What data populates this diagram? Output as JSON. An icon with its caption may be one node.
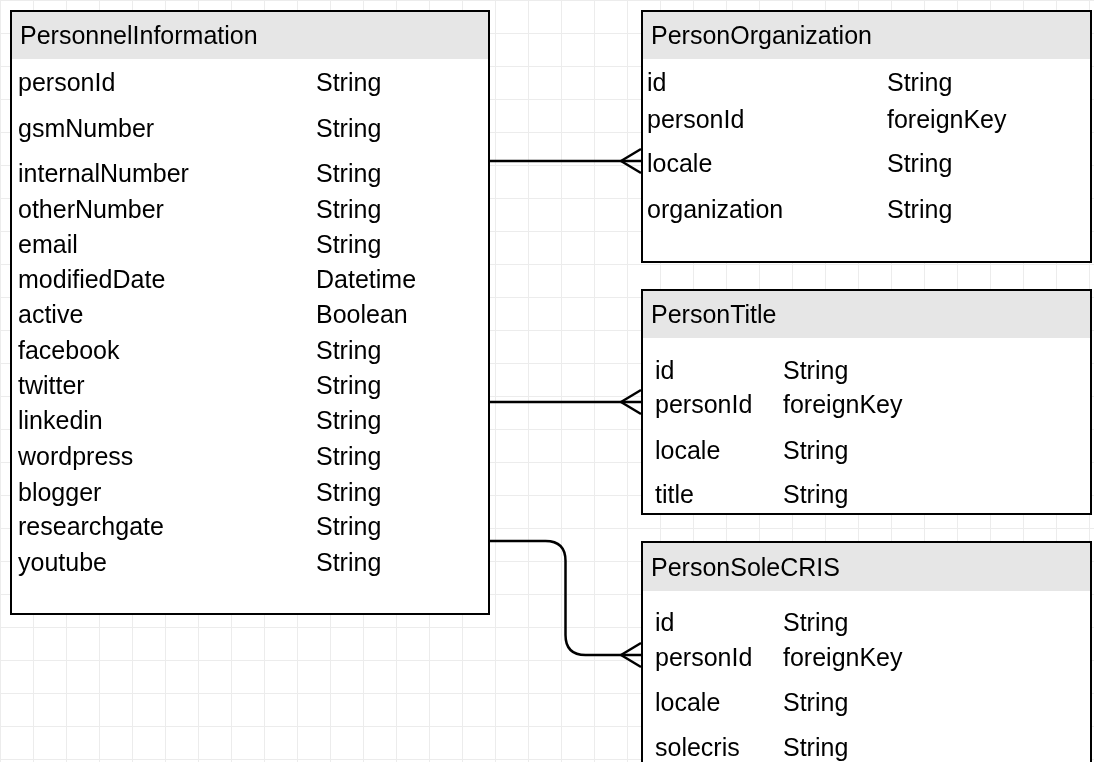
{
  "diagram": {
    "nodes": [
      {
        "text": [
          "PersonnelInformation",
          "personId",
          "String",
          "gsmNumber",
          "String",
          "internalNumber",
          "String",
          "otherNumber",
          "String",
          "email",
          "String",
          "modifiedDate",
          "Datetime",
          "active",
          "Boolean",
          "facebook",
          "String",
          "twitter",
          "String",
          "linkedin",
          "String",
          "wordpress",
          "String",
          "blogger",
          "String",
          "researchgate",
          "String",
          "youtube",
          "String"
        ]
      },
      {
        "text": [
          "PersonOrganization",
          "id",
          "String",
          "personId",
          "foreignKey",
          "locale",
          "String",
          "organization",
          "String"
        ]
      },
      {
        "text": [
          "PersonTitle",
          "id",
          "String",
          "personId",
          "foreignKey",
          "locale",
          "String",
          "title",
          "String"
        ]
      },
      {
        "text": [
          "PersonSoleCRIS",
          "id",
          "String",
          "personId",
          "foreignKey",
          "locale",
          "String",
          "solecris",
          "String"
        ]
      }
    ],
    "edges": [
      {
        "from": 0,
        "to": 1,
        "arrow": "other"
      },
      {
        "from": 0,
        "to": 2,
        "arrow": "other"
      },
      {
        "from": 0,
        "to": 3,
        "arrow": "other"
      }
    ]
  }
}
